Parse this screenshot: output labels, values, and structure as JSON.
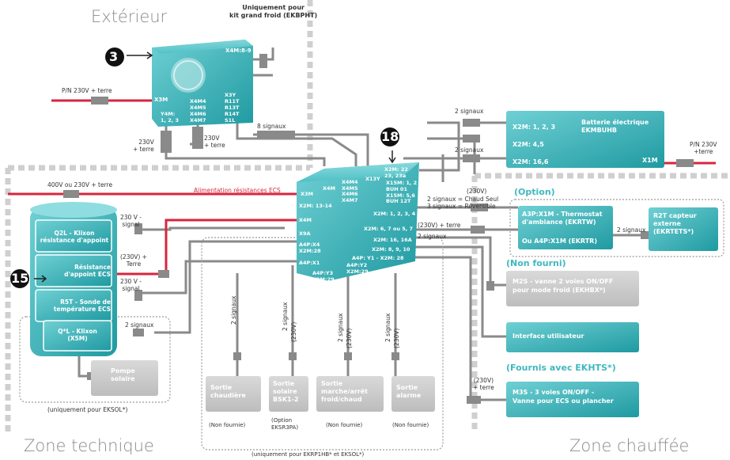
{
  "zones": {
    "exterieur": "Extérieur",
    "technique": "Zone technique",
    "chauffee": "Zone chauffée"
  },
  "badges": {
    "b3": "3",
    "b18": "18",
    "b15": "15"
  },
  "outdoor_unit": {
    "note": [
      "Uniquement pour",
      "kit grand froid (EKBPHT)"
    ],
    "x4m89": "X4M:8-9",
    "x3m": "X3M",
    "x4m_col": [
      "X4M4",
      "X4M5",
      "X4M6",
      "X4M7"
    ],
    "x3y_col": [
      "X3Y",
      "R11T",
      "R13T",
      "R14T",
      "S1L"
    ],
    "y4m": [
      "Y4M:",
      "1, 2, 3"
    ]
  },
  "power_in": "P/N 230V + terre",
  "signals8": "8 signaux",
  "v230_left": [
    "230V",
    "+ terre"
  ],
  "v230_mid": [
    "230V",
    "+ terre"
  ],
  "supply400": "400V ou 230V + terre",
  "supply_ecs": "Alimentation résistances ECS",
  "hydro": {
    "x3m": "X3M",
    "x4m_top": "X4M",
    "x4m_col": [
      "X4M4",
      "X4M5",
      "X4M6",
      "X4M7"
    ],
    "x13y": "X13Y",
    "x2m1314": "X2M: 13-14",
    "x4m": "X4M",
    "x9a": "X9A",
    "a4px4": [
      "A4P:X4",
      "X2M:28"
    ],
    "a4px1": "A4P:X1",
    "a4py3": [
      "A4P:Y3",
      "X2M:29"
    ],
    "a4py2": [
      "A4P:Y2",
      "X2M:29"
    ],
    "a4py1": "A4P: Y1 - X2M: 28",
    "x2m_a": [
      "X2M: 22",
      "23, 23a"
    ],
    "bh": [
      "BUH 01",
      "X15M: 5,6",
      "BUH 12T"
    ],
    "x15m12": "X15M: 1, 2",
    "x2m1234": "X2M: 1, 2, 3, 4",
    "x2m67": "X2M: 6, 7 ou 5, 7",
    "x2m16": "X2M: 16, 16A",
    "x2m810": "X2M: 8, 9, 10"
  },
  "batterie": {
    "rows": [
      "X2M: 1, 2, 3",
      "X2M: 4,5",
      "X2M: 16,6"
    ],
    "title": [
      "Batterie électrique",
      "EKMBUHB"
    ],
    "x1m": "X1M",
    "power": [
      "P/N 230V",
      "+terre"
    ],
    "sig1": "2 signaux",
    "sig2": "2 signaux"
  },
  "labels_mid": {
    "v230": "(230V)",
    "chaud": "2 signaux = Chaud Seul",
    "rev": "3 signaux = Réversible",
    "v230terre": "(230V) + terre",
    "sig2": "2 signaux"
  },
  "option": {
    "title": "(Option)",
    "thermostat": [
      "A3P:X1M - Thermostat",
      "d'ambiance (EKRTW)"
    ],
    "or": "Ou A4P:X1M (EKRTR)",
    "sig": "2 signaux",
    "r2t": [
      "R2T capteur",
      "externe",
      "(EKRTETS*)"
    ]
  },
  "non_fourni": {
    "title": "(Non fourni)",
    "m2s": [
      "M2S - vanne 2 voies ON/OFF",
      "pour mode froid (EKHBX*)"
    ]
  },
  "interface": "Interface utilisateur",
  "fournis": {
    "title": "(Fournis avec EKHTS*)",
    "m3s": [
      "M3S - 3 voies ON/OFF -",
      "Vanne pour ECS ou plancher"
    ],
    "v230": [
      "(230V)",
      "+ terre"
    ]
  },
  "tank": {
    "q2l": [
      "Q2L - Klixon",
      "résistance d'appoint"
    ],
    "res": [
      "Résistance",
      "d'appoint ECS"
    ],
    "r5t": [
      "R5T - Sonde de",
      "température ECS"
    ],
    "qxl": [
      "Q*L - Klixon",
      "(X5M)"
    ],
    "w1": [
      "230 V -",
      "signal"
    ],
    "w2": [
      "(230V) +",
      "Terre"
    ],
    "w3": [
      "230 V -",
      "signal"
    ],
    "sig": "2 signaux",
    "pompe": [
      "Pompe",
      "solaire"
    ],
    "note": "(uniquement pour EKSOL*)"
  },
  "outputs": {
    "chaud": {
      "vlabel": "2 signaux",
      "box": [
        "Sortie",
        "chaudière"
      ],
      "note": "(Non fournie)"
    },
    "solaire": {
      "vlabel": "2 signaux",
      "vlabel2": "(230V)",
      "box": [
        "Sortie",
        "solaire",
        "BSK1-2"
      ],
      "note": [
        "(Option",
        "EKSR3PA)"
      ]
    },
    "marche": {
      "vlabel": "2 signaux",
      "vlabel2": "(230V)",
      "box": [
        "Sortie",
        "marche/arrêt",
        "froid/chaud"
      ],
      "note": "(Non fournie)"
    },
    "alarme": {
      "vlabel": "2 signaux",
      "vlabel2": "(230V)",
      "box": [
        "Sortie",
        "alarme"
      ],
      "note": "(Non fournie)"
    },
    "bottom_note": "(uniquement pour EKRP1HB* et EKSOL*)"
  },
  "colors": {
    "teal": "#3fb9bf",
    "teal_dark": "#1d8e95",
    "red": "#d7263d",
    "gray_line": "#8a8a8a",
    "dash": "#c9c9c9",
    "green": "#3fb9bf"
  }
}
